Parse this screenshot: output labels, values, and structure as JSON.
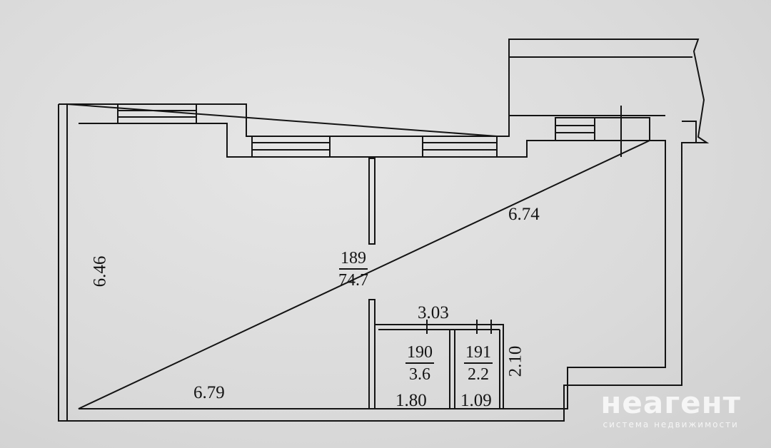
{
  "plan": {
    "main_room": {
      "number": "189",
      "area": "74.7"
    },
    "room_190": {
      "number": "190",
      "area": "3.6"
    },
    "room_191": {
      "number": "191",
      "area": "2.2"
    },
    "dimensions": {
      "left_height": "6.46",
      "top_right_width": "6.74",
      "bottom_width": "6.79",
      "utility_width": "3.03",
      "utility_height": "2.10",
      "room_190_width": "1.80",
      "room_191_width": "1.09"
    }
  },
  "watermark": {
    "brand": "неагент",
    "tagline": "система недвижимости"
  },
  "colors": {
    "line": "#141414",
    "paper": "#dcdcdc",
    "watermark": "#ffffff"
  }
}
